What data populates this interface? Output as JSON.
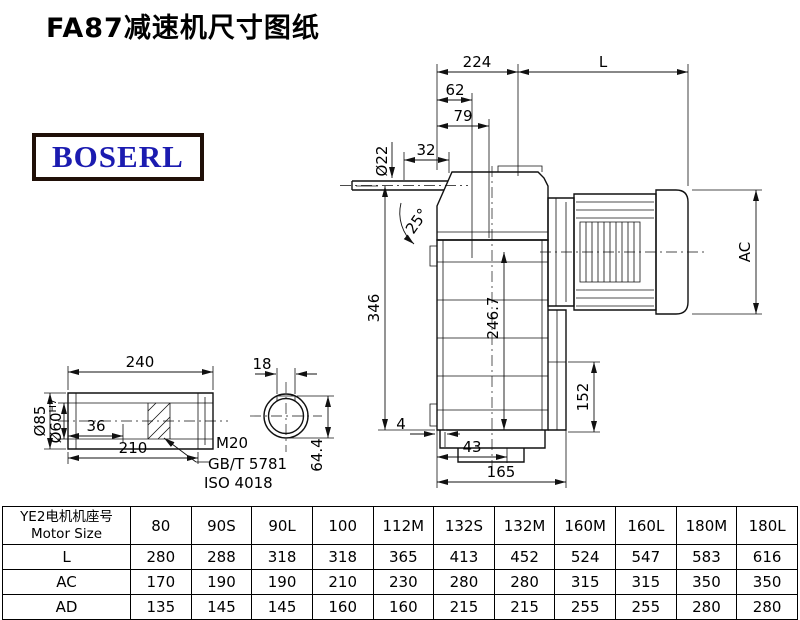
{
  "title": "FA87减速机尺寸图纸",
  "logo": {
    "text": "BOSERL"
  },
  "colors": {
    "logo_text": "#1b1bb0",
    "logo_border": "#201008",
    "line": "#111111"
  },
  "drawing": {
    "dims": {
      "d224": "224",
      "dL": "L",
      "d62": "62",
      "d79": "79",
      "d32": "32",
      "d22": "Ø22",
      "d25": "25°",
      "d346": "346",
      "d2467": "246.7",
      "dAC": "AC",
      "d152": "152",
      "d4": "4",
      "d43": "43",
      "d165": "165",
      "d240": "240",
      "d85": "Ø85",
      "d60": "Ø60",
      "d60sup": "H7",
      "d36": "36",
      "d210": "210",
      "d18": "18",
      "d644": "64.4",
      "m20": "M20",
      "gbt": "GB/T 5781",
      "iso": "ISO 4018"
    }
  },
  "table": {
    "header_cn": "YE2电机机座号",
    "header_en": "Motor Size",
    "columns": [
      "80",
      "90S",
      "90L",
      "100",
      "112M",
      "132S",
      "132M",
      "160M",
      "160L",
      "180M",
      "180L"
    ],
    "rows": [
      {
        "label": "L",
        "values": [
          "280",
          "288",
          "318",
          "318",
          "365",
          "413",
          "452",
          "524",
          "547",
          "583",
          "616"
        ]
      },
      {
        "label": "AC",
        "values": [
          "170",
          "190",
          "190",
          "210",
          "230",
          "280",
          "280",
          "315",
          "315",
          "350",
          "350"
        ]
      },
      {
        "label": "AD",
        "values": [
          "135",
          "145",
          "145",
          "160",
          "160",
          "215",
          "215",
          "255",
          "255",
          "280",
          "280"
        ]
      }
    ]
  }
}
